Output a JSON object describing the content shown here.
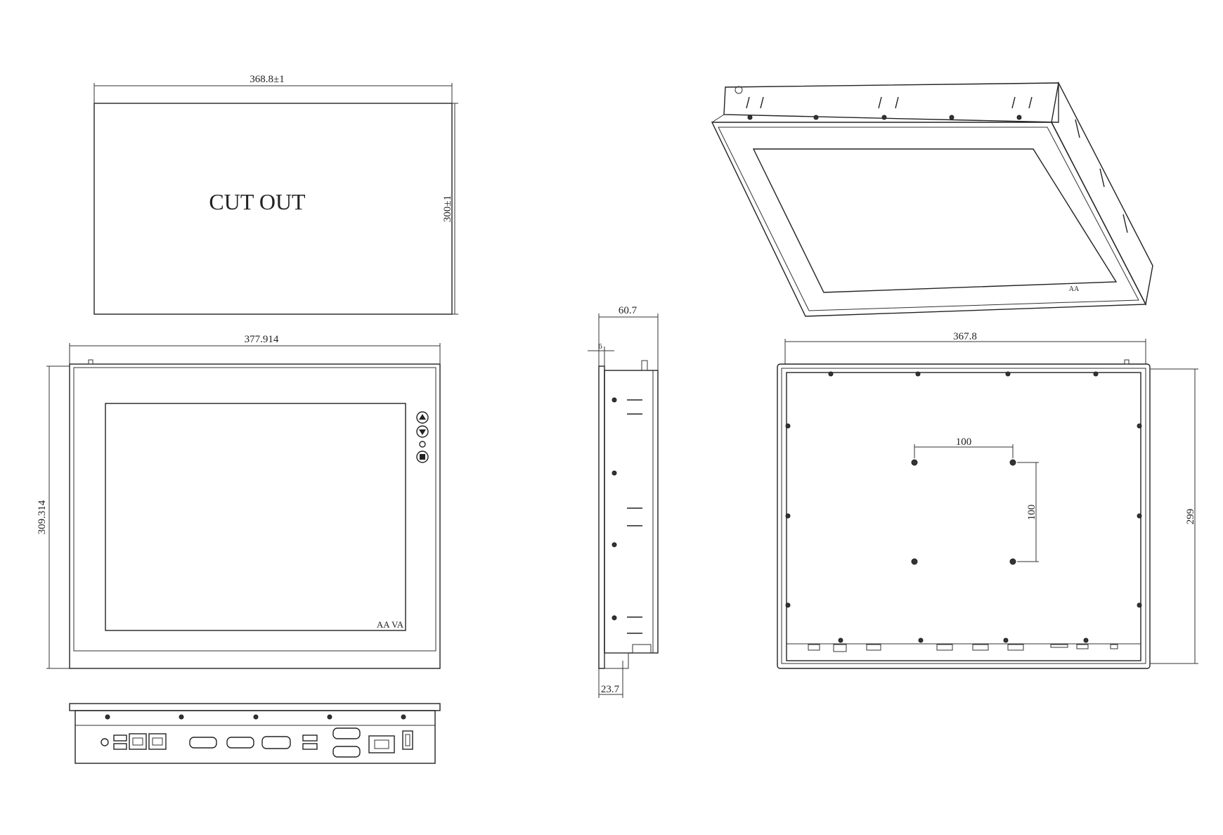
{
  "cutout": {
    "label": "CUT OUT",
    "width_dim": "368.8±1",
    "height_dim": "300±1"
  },
  "front_view": {
    "width_dim": "377.914",
    "height_dim": "309.314",
    "screen_marks": "AA   VA"
  },
  "side_view": {
    "depth_dim": "60.7",
    "bezel_dim": "6",
    "bottom_dim": "23.7"
  },
  "rear_view": {
    "width_dim": "367.8",
    "height_dim": "299",
    "vesa_h_dim": "100",
    "vesa_v_dim": "100"
  },
  "colors": {
    "line": "#222222",
    "background": "#ffffff"
  }
}
